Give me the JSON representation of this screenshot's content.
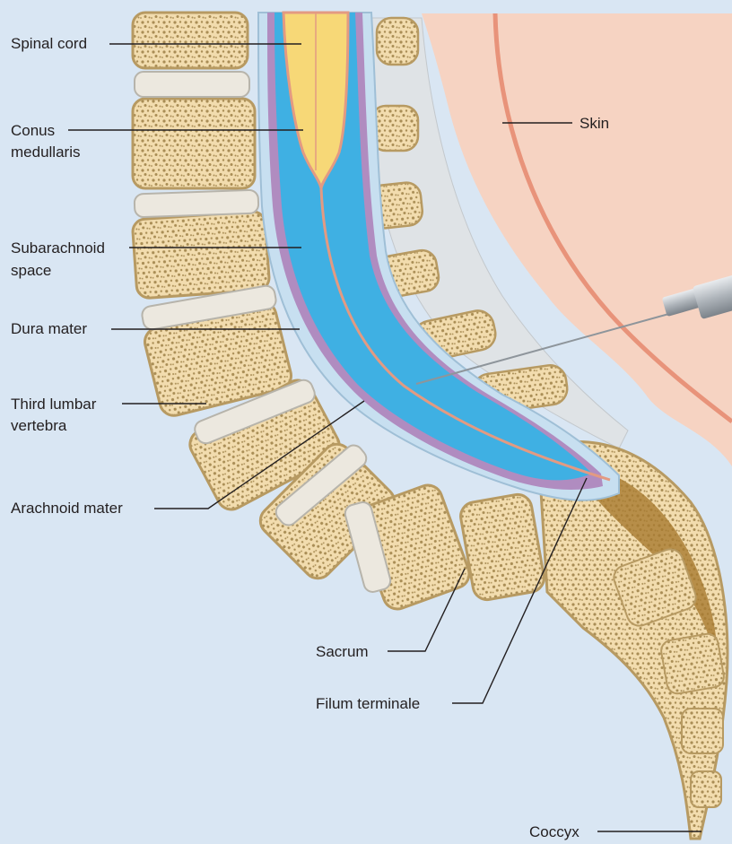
{
  "labels": {
    "spinal_cord": "Spinal cord",
    "conus_line1": "Conus",
    "conus_line2": "medullaris",
    "subarachnoid_line1": "Subarachnoid",
    "subarachnoid_line2": "space",
    "dura_mater": "Dura mater",
    "third_lumbar_line1": "Third lumbar",
    "third_lumbar_line2": "vertebra",
    "arachnoid_mater": "Arachnoid mater",
    "skin": "Skin",
    "sacrum": "Sacrum",
    "filum_terminale": "Filum terminale",
    "coccyx": "Coccyx"
  },
  "colors": {
    "background": "#d9e6f3",
    "skin_tissue": "#f6d3c2",
    "skin_line": "#e8937a",
    "bone": "#f2dcae",
    "bone_outline": "#b79a62",
    "bone_texture": "#a98d55",
    "disc": "#ece8df",
    "dura": "#c7dff0",
    "arachnoid": "#b08cc0",
    "csf": "#3fb0e3",
    "cord": "#f7d877",
    "cord_outline": "#e39a82",
    "ligament": "#dfe3e6",
    "needle": "#9ea4aa",
    "leader_line": "#231f20"
  }
}
